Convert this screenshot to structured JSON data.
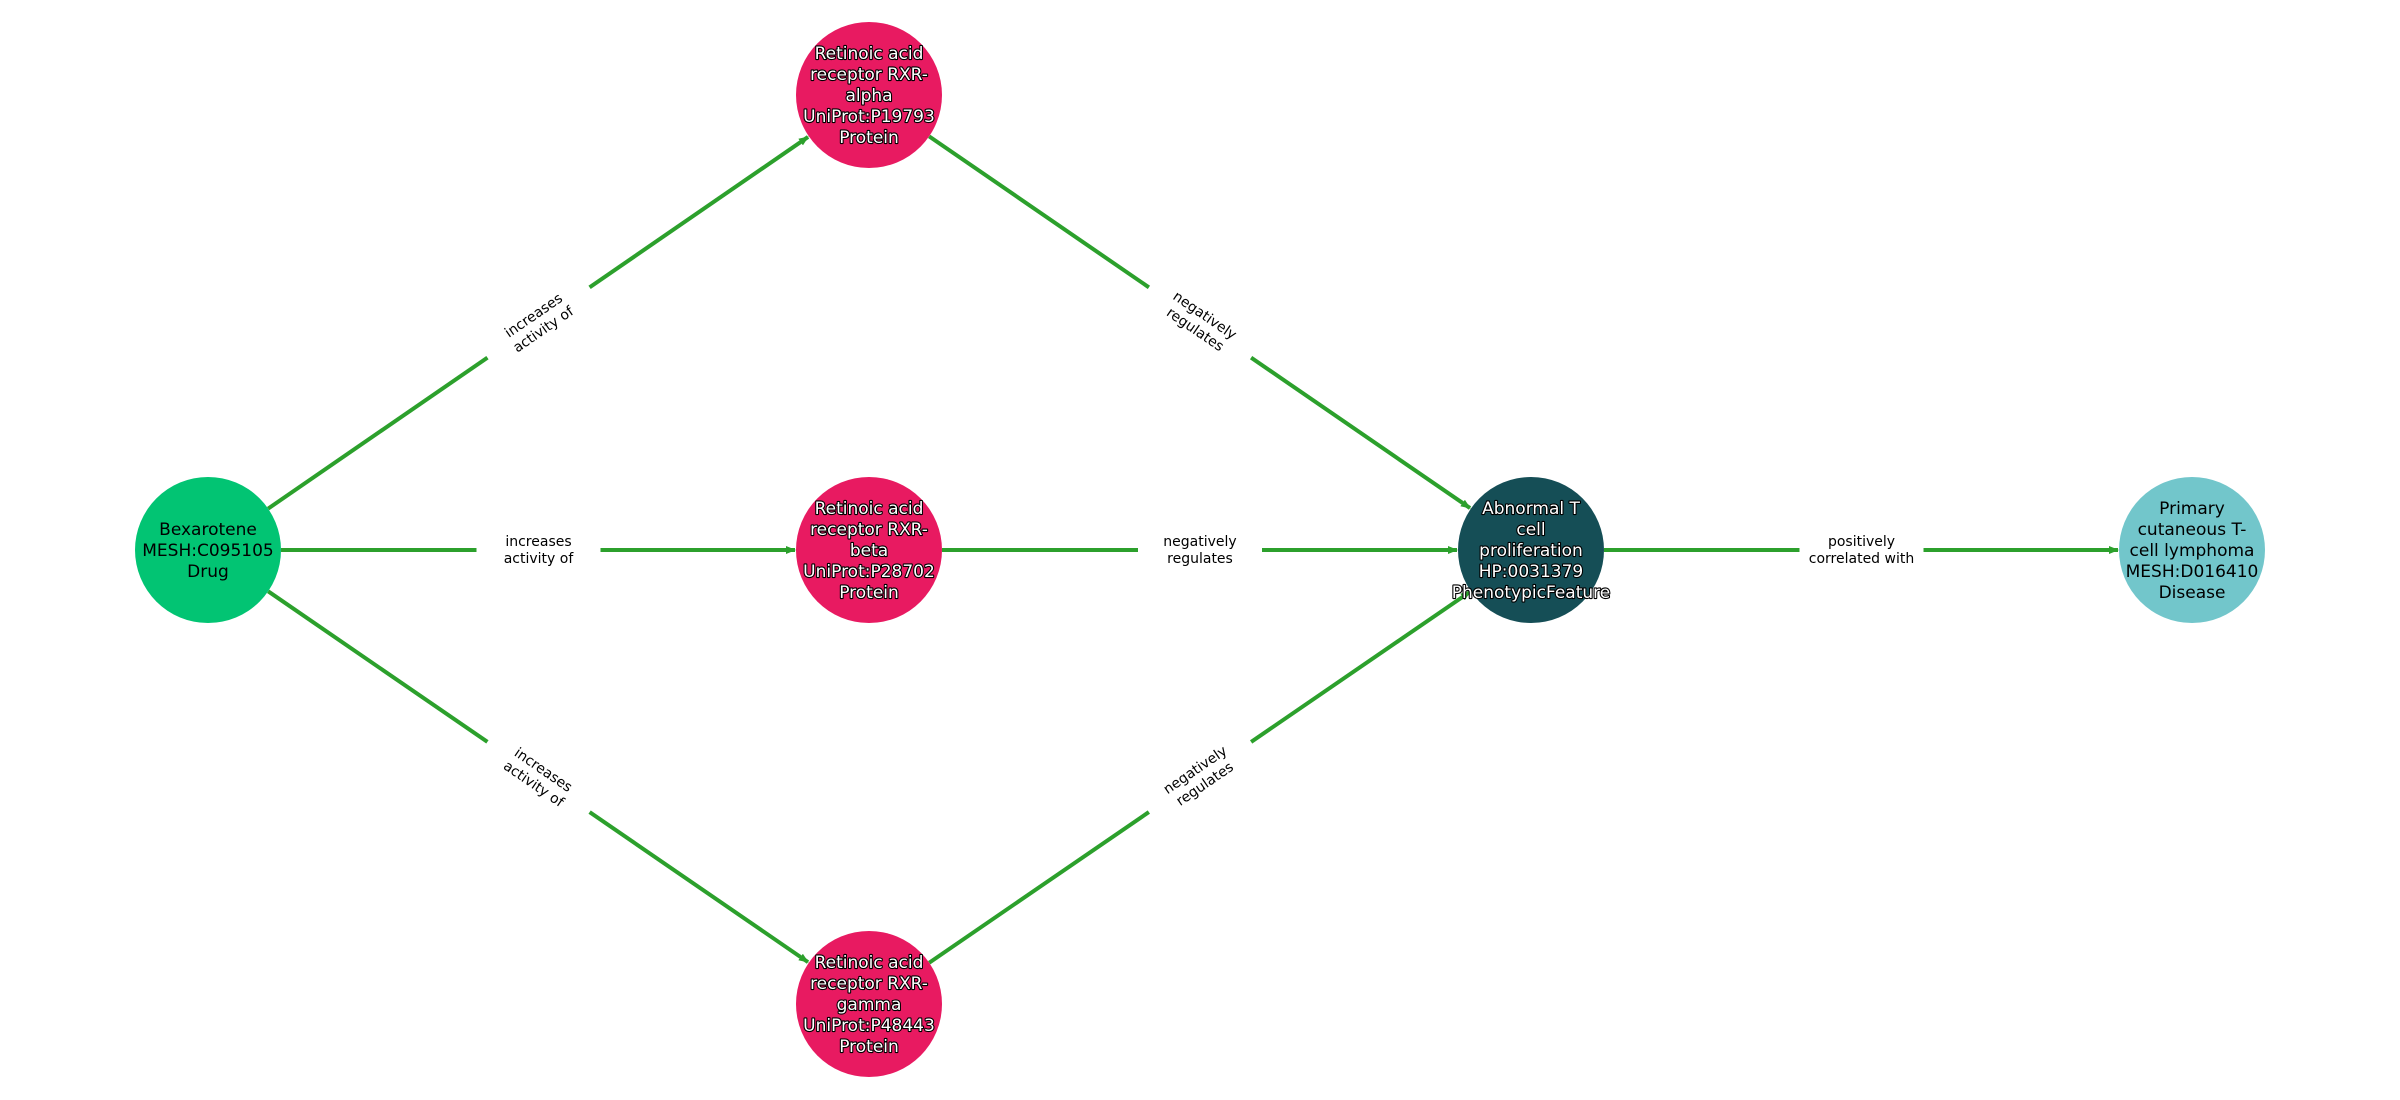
{
  "graph": {
    "edge_color": "#2ca02c",
    "nodes": [
      {
        "id": "bexarotene",
        "lines": [
          "Bexarotene",
          "MESH:C095105",
          "Drug"
        ],
        "category": "Drug",
        "color": "#02c473",
        "text_style": "plain"
      },
      {
        "id": "rxr_alpha",
        "lines": [
          "Retinoic acid",
          "receptor RXR-",
          "alpha",
          "UniProt:P19793",
          "Protein"
        ],
        "category": "Protein",
        "color": "#e81a61",
        "text_style": "outlined"
      },
      {
        "id": "rxr_beta",
        "lines": [
          "Retinoic acid",
          "receptor RXR-",
          "beta",
          "UniProt:P28702",
          "Protein"
        ],
        "category": "Protein",
        "color": "#e81a61",
        "text_style": "outlined"
      },
      {
        "id": "rxr_gamma",
        "lines": [
          "Retinoic acid",
          "receptor RXR-",
          "gamma",
          "UniProt:P48443",
          "Protein"
        ],
        "category": "Protein",
        "color": "#e81a61",
        "text_style": "outlined"
      },
      {
        "id": "abnormal_t",
        "lines": [
          "Abnormal T",
          "cell",
          "proliferation",
          "HP:0031379",
          "PhenotypicFeature"
        ],
        "category": "PhenotypicFeature",
        "color": "#154e56",
        "text_style": "outlined"
      },
      {
        "id": "ctcl",
        "lines": [
          "Primary",
          "cutaneous T-",
          "cell lymphoma",
          "MESH:D016410",
          "Disease"
        ],
        "category": "Disease",
        "color": "#72c6cb",
        "text_style": "plain"
      }
    ],
    "edges": [
      {
        "source": "bexarotene",
        "target": "rxr_alpha",
        "lines": [
          "increases",
          "activity of"
        ]
      },
      {
        "source": "bexarotene",
        "target": "rxr_beta",
        "lines": [
          "increases",
          "activity of"
        ]
      },
      {
        "source": "bexarotene",
        "target": "rxr_gamma",
        "lines": [
          "increases",
          "activity of"
        ]
      },
      {
        "source": "rxr_alpha",
        "target": "abnormal_t",
        "lines": [
          "negatively",
          "regulates"
        ]
      },
      {
        "source": "rxr_beta",
        "target": "abnormal_t",
        "lines": [
          "negatively",
          "regulates"
        ]
      },
      {
        "source": "rxr_gamma",
        "target": "abnormal_t",
        "lines": [
          "negatively",
          "regulates"
        ]
      },
      {
        "source": "abnormal_t",
        "target": "ctcl",
        "lines": [
          "positively",
          "correlated with"
        ]
      }
    ]
  }
}
